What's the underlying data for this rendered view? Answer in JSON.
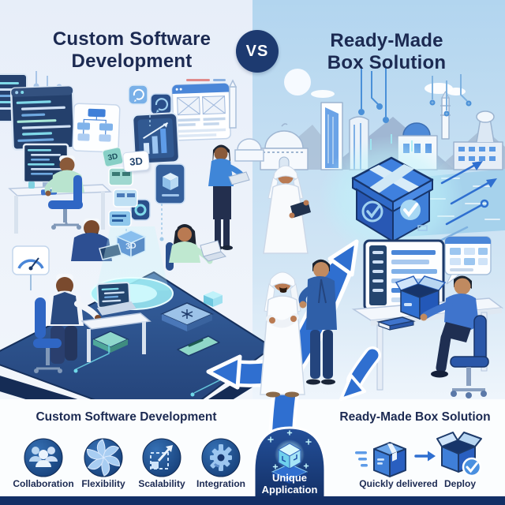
{
  "colors": {
    "navy": "#16356e",
    "dark_text": "#1c2a52",
    "accent_blue": "#2f6fd0",
    "light_blue": "#cfe4fa",
    "cyan_glow": "#9feef6",
    "background_left": "#e7edf8",
    "background_right": "#b7d6ef",
    "footer_background": "#fbfdfe",
    "bottom_bar": "#132f66"
  },
  "header": {
    "left_title_line1": "Custom Software",
    "left_title_line2": "Development",
    "vs_label": "VS",
    "right_title_line1": "Ready-Made",
    "right_title_line2": "Box Solution"
  },
  "scene": {
    "badge_3d_tile": "3D",
    "badge_3d_card": "3D",
    "badge_3d_box": "3D"
  },
  "footer": {
    "left": {
      "heading": "Custom Software Development",
      "features": [
        {
          "label": "Collaboration",
          "icon": "people-group-icon"
        },
        {
          "label": "Flexibility",
          "icon": "pinwheel-icon"
        },
        {
          "label": "Scalability",
          "icon": "scale-arrow-icon"
        },
        {
          "label": "Integration",
          "icon": "gear-icon"
        }
      ]
    },
    "center": {
      "label_line1": "Unique",
      "label_line2": "Application",
      "icon": "glowing-cube-icon"
    },
    "right": {
      "heading": "Ready-Made Box Solution",
      "features": [
        {
          "label": "Quickly delivered",
          "icon": "shipping-box-icon"
        },
        {
          "label": "Deploy",
          "icon": "open-box-check-icon"
        }
      ]
    }
  }
}
